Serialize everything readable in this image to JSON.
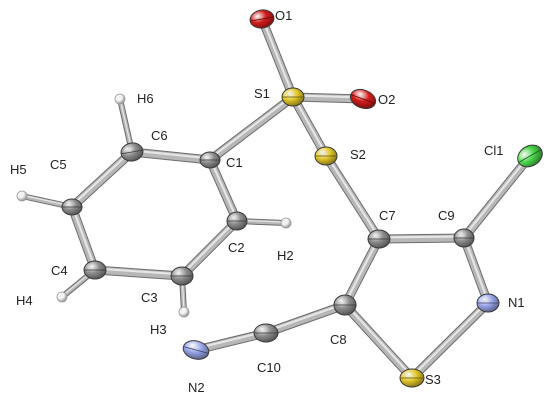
{
  "structure": {
    "element_colors": {
      "C": "#8f8f8f",
      "H": "#f2f2f2",
      "O": "#d61c1c",
      "S": "#e3c82a",
      "N": "#9aa7ea",
      "Cl": "#4cd94c"
    },
    "atoms": [
      {
        "id": "O1",
        "label": "O1",
        "element": "O"
      },
      {
        "id": "O2",
        "label": "O2",
        "element": "O"
      },
      {
        "id": "S1",
        "label": "S1",
        "element": "S"
      },
      {
        "id": "S2",
        "label": "S2",
        "element": "S"
      },
      {
        "id": "S3",
        "label": "S3",
        "element": "S"
      },
      {
        "id": "Cl1",
        "label": "Cl1",
        "element": "Cl"
      },
      {
        "id": "N1",
        "label": "N1",
        "element": "N"
      },
      {
        "id": "N2",
        "label": "N2",
        "element": "N"
      },
      {
        "id": "C1",
        "label": "C1",
        "element": "C"
      },
      {
        "id": "C2",
        "label": "C2",
        "element": "C"
      },
      {
        "id": "C3",
        "label": "C3",
        "element": "C"
      },
      {
        "id": "C4",
        "label": "C4",
        "element": "C"
      },
      {
        "id": "C5",
        "label": "C5",
        "element": "C"
      },
      {
        "id": "C6",
        "label": "C6",
        "element": "C"
      },
      {
        "id": "C7",
        "label": "C7",
        "element": "C"
      },
      {
        "id": "C8",
        "label": "C8",
        "element": "C"
      },
      {
        "id": "C9",
        "label": "C9",
        "element": "C"
      },
      {
        "id": "C10",
        "label": "C10",
        "element": "C"
      },
      {
        "id": "H2",
        "label": "H2",
        "element": "H"
      },
      {
        "id": "H3",
        "label": "H3",
        "element": "H"
      },
      {
        "id": "H4",
        "label": "H4",
        "element": "H"
      },
      {
        "id": "H5",
        "label": "H5",
        "element": "H"
      },
      {
        "id": "H6",
        "label": "H6",
        "element": "H"
      }
    ],
    "bonds": [
      [
        "S1",
        "O1"
      ],
      [
        "S1",
        "O2"
      ],
      [
        "S1",
        "S2"
      ],
      [
        "S1",
        "C1"
      ],
      [
        "C1",
        "C2"
      ],
      [
        "C2",
        "C3"
      ],
      [
        "C3",
        "C4"
      ],
      [
        "C4",
        "C5"
      ],
      [
        "C5",
        "C6"
      ],
      [
        "C6",
        "C1"
      ],
      [
        "C2",
        "H2"
      ],
      [
        "C3",
        "H3"
      ],
      [
        "C4",
        "H4"
      ],
      [
        "C5",
        "H5"
      ],
      [
        "C6",
        "H6"
      ],
      [
        "S2",
        "C7"
      ],
      [
        "C7",
        "C9"
      ],
      [
        "C9",
        "Cl1"
      ],
      [
        "C9",
        "N1"
      ],
      [
        "N1",
        "S3"
      ],
      [
        "S3",
        "C8"
      ],
      [
        "C8",
        "C7"
      ],
      [
        "C8",
        "C10"
      ],
      [
        "C10",
        "N2"
      ]
    ]
  }
}
